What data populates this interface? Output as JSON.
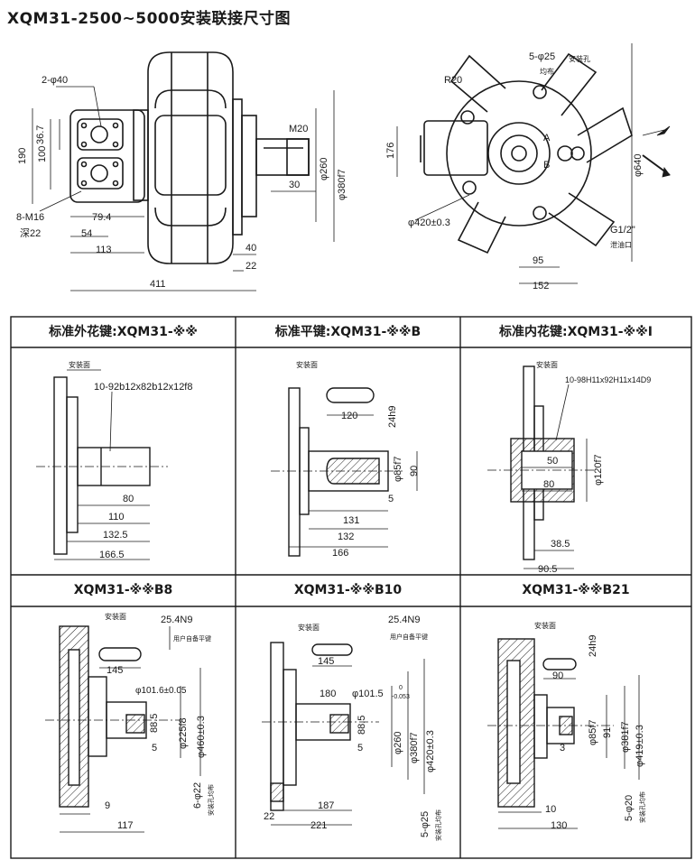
{
  "title": "XQM31-2500~5000安装联接尺寸图",
  "top_side": {
    "holes": "2-φ40",
    "d367": "36.7",
    "d190": "190",
    "d100": "100",
    "thread_left": "8-M16",
    "depth": "深22",
    "d794": "79.4",
    "d54": "54",
    "d113": "113",
    "d411": "411",
    "m20": "M20",
    "d260": "φ260",
    "d380": "φ380f7",
    "d30": "30",
    "d40": "40",
    "d22": "22"
  },
  "top_front": {
    "bolt_holes": "5-φ25",
    "bolt_note": "安装孔",
    "uniform": "均布",
    "r20": "R20",
    "d176": "176",
    "d640": "φ640",
    "pcd": "φ420±0.3",
    "port_a": "A",
    "port_b": "B",
    "g12": "G1/2\"",
    "drain": "泄油口",
    "d95": "95",
    "d152": "152"
  },
  "headers": {
    "h1": "标准外花键:XQM31-※※",
    "h2": "标准平键:XQM31-※※B",
    "h3": "标准内花键:XQM31-※※I",
    "h4": "XQM31-※※B8",
    "h5": "XQM31-※※B10",
    "h6": "XQM31-※※B21"
  },
  "p1": {
    "face": "安装面",
    "spline": "10-92b12x82b12x12f8",
    "d80": "80",
    "d110": "110",
    "d1325": "132.5",
    "d1665": "166.5"
  },
  "p2": {
    "face": "安装面",
    "d120": "120",
    "d24h9": "24h9",
    "d85": "φ85f7",
    "d90": "90",
    "d5": "5",
    "d131": "131",
    "d132": "132",
    "d166": "166"
  },
  "p3": {
    "face": "安装面",
    "spline": "10-98H11x92H11x14D9",
    "d50": "50",
    "d80": "80",
    "d120": "φ120f7",
    "d385": "38.5",
    "d905": "90.5"
  },
  "p4": {
    "face": "安装面",
    "key": "25.4N9",
    "note": "用户自备平键",
    "d145": "145",
    "d1016": "φ101.6±0.05",
    "d885": "88.5",
    "d225": "φ225f8",
    "d460": "φ460±0.3",
    "d5": "5",
    "d9": "9",
    "d117": "117",
    "holes": "6-φ22",
    "holes_note": "安装孔均布"
  },
  "p5": {
    "face": "安装面",
    "key": "25.4N9",
    "note": "用户自备平键",
    "d145": "145",
    "d180": "180",
    "d1015": "φ101.5",
    "tol_up": "0",
    "tol_dn": "-0.053",
    "d885": "88.5",
    "d5": "5",
    "d260": "φ260",
    "d380": "φ380f7",
    "d420": "φ420±0.3",
    "d22": "22",
    "d187": "187",
    "d221": "221",
    "holes": "5-φ25",
    "holes_note": "安装孔均布"
  },
  "p6": {
    "face": "安装面",
    "d24h9": "24h9",
    "d90": "90",
    "d85": "φ85f7",
    "d91": "91",
    "d381": "φ381f7",
    "d419": "φ419±0.3",
    "d3": "3",
    "d10": "10",
    "d130": "130",
    "holes": "5-φ20",
    "holes_note": "安装孔均布"
  }
}
